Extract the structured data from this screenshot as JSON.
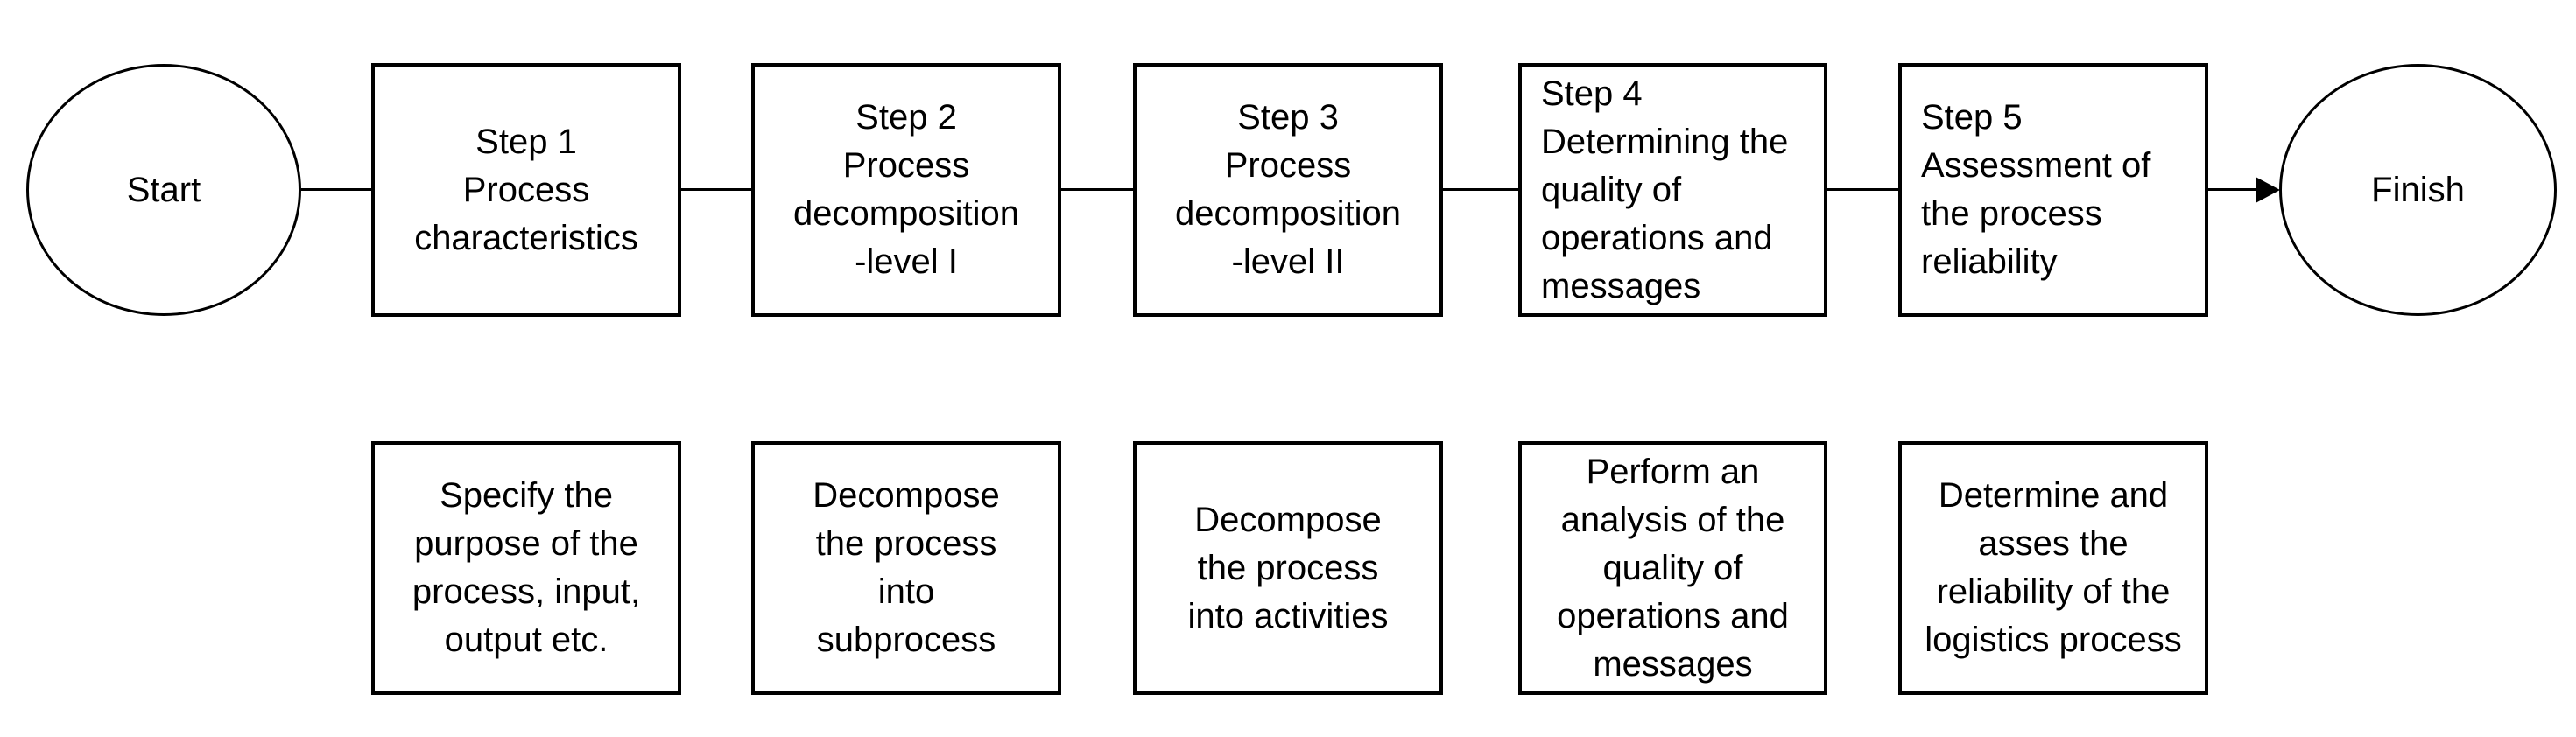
{
  "colors": {
    "stroke": "#000000",
    "text": "#000000",
    "canvas": "#ffffff"
  },
  "icons": {
    "arrow_head": "filled-right-triangle"
  },
  "flowchart": {
    "start_label": "Start",
    "finish_label": "Finish",
    "steps": [
      {
        "box_text": "Step 1\nProcess\ncharacteristics",
        "description_text": "Specify the\npurpose of the\nprocess, input,\noutput etc."
      },
      {
        "box_text": "Step 2\nProcess\ndecomposition\n-level I",
        "description_text": "Decompose\nthe process\ninto\nsubprocess"
      },
      {
        "box_text": "Step 3\nProcess\ndecomposition\n-level II",
        "description_text": "Decompose\nthe process\ninto activities"
      },
      {
        "box_text": "Step 4\nDetermining the\nquality of\noperations and\nmessages",
        "description_text": "Perform an\nanalysis of the\nquality of\noperations and\nmessages"
      },
      {
        "box_text": "Step 5\nAssessment of\nthe process\nreliability",
        "description_text": "Determine and\nasses the\nreliability of the\nlogistics process"
      }
    ]
  }
}
